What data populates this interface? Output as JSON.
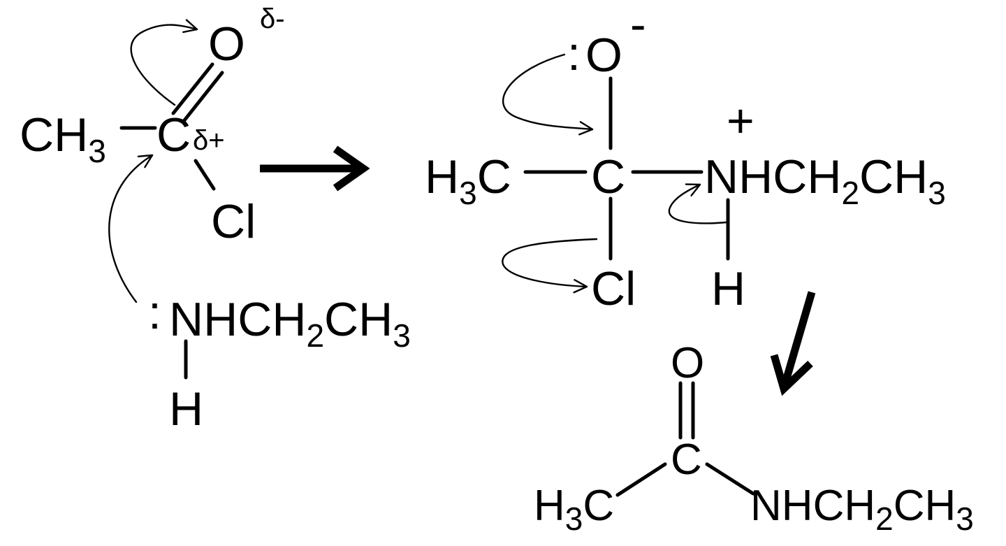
{
  "reactant": {
    "carbonyl_oxygen": "O",
    "oxygen_partial_charge": "δ-",
    "methyl_group": "CH",
    "methyl_sub": "3",
    "carbonyl_carbon": "C",
    "carbon_partial_charge": "δ+",
    "chlorine": "Cl",
    "lone_pair": ":",
    "amine_n": "N",
    "amine_h": "H",
    "amine_c1": "CH",
    "amine_sub1": "2",
    "amine_c2": "CH",
    "amine_sub2": "3",
    "amine_lower_h": "H"
  },
  "intermediate": {
    "lone_pair": ":",
    "oxygen": "O",
    "oxygen_charge": "-",
    "methyl_h": "H",
    "methyl_sub": "3",
    "methyl_c": "C",
    "central_carbon": "C",
    "nitrogen_charge": "+",
    "nitrogen": "N",
    "n_h": "H",
    "chain_c1": "CH",
    "chain_sub1": "2",
    "chain_c2": "CH",
    "chain_sub2": "3",
    "chlorine": "Cl",
    "lower_h": "H"
  },
  "product": {
    "oxygen": "O",
    "carbon": "C",
    "methyl_h": "H",
    "methyl_sub": "3",
    "methyl_c": "C",
    "amide_n": "N",
    "amide_h": "H",
    "chain_c1": "CH",
    "chain_sub1": "2",
    "chain_c2": "CH",
    "chain_sub2": "3"
  }
}
